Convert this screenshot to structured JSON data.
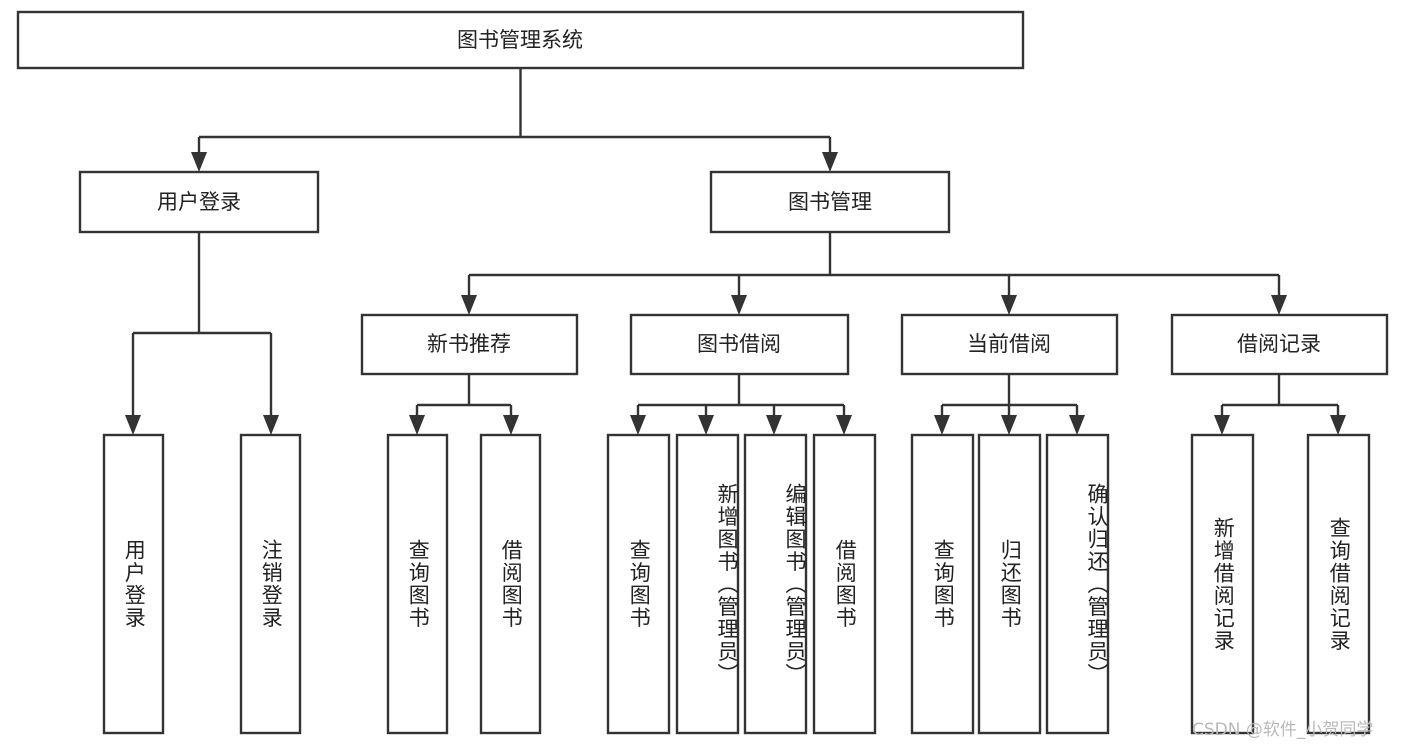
{
  "diagram": {
    "title": "图书管理系统",
    "type": "tree",
    "orientation": "top-down",
    "colors": {
      "box_stroke": "#333333",
      "box_fill": "#ffffff",
      "text": "#222222",
      "background": "#ffffff",
      "watermark": "#b9b9b9"
    },
    "levels": [
      {
        "level": 1,
        "nodes": [
          {
            "id": "root",
            "label": "图书管理系统",
            "orientation": "horizontal"
          }
        ]
      },
      {
        "level": 2,
        "nodes": [
          {
            "id": "login",
            "label": "用户登录",
            "orientation": "horizontal",
            "parent": "root"
          },
          {
            "id": "bookmgmt",
            "label": "图书管理",
            "orientation": "horizontal",
            "parent": "root"
          }
        ]
      },
      {
        "level": 3,
        "nodes": [
          {
            "id": "newbook",
            "label": "新书推荐",
            "orientation": "horizontal",
            "parent": "bookmgmt"
          },
          {
            "id": "borrow",
            "label": "图书借阅",
            "orientation": "horizontal",
            "parent": "bookmgmt"
          },
          {
            "id": "current",
            "label": "当前借阅",
            "orientation": "horizontal",
            "parent": "bookmgmt"
          },
          {
            "id": "records",
            "label": "借阅记录",
            "orientation": "horizontal",
            "parent": "bookmgmt"
          }
        ]
      },
      {
        "level": 4,
        "nodes": [
          {
            "id": "leaf-1",
            "label": "用户登录",
            "orientation": "vertical",
            "parent": "login"
          },
          {
            "id": "leaf-2",
            "label": "注销登录",
            "orientation": "vertical",
            "parent": "login"
          },
          {
            "id": "leaf-3",
            "label": "查询图书",
            "orientation": "vertical",
            "parent": "newbook"
          },
          {
            "id": "leaf-4",
            "label": "借阅图书",
            "orientation": "vertical",
            "parent": "newbook"
          },
          {
            "id": "leaf-5",
            "label": "查询图书",
            "orientation": "vertical",
            "parent": "borrow"
          },
          {
            "id": "leaf-6",
            "label": "新增图书（管理员）",
            "orientation": "vertical",
            "parent": "borrow"
          },
          {
            "id": "leaf-7",
            "label": "编辑图书（管理员）",
            "orientation": "vertical",
            "parent": "borrow"
          },
          {
            "id": "leaf-8",
            "label": "借阅图书",
            "orientation": "vertical",
            "parent": "borrow"
          },
          {
            "id": "leaf-9",
            "label": "查询图书",
            "orientation": "vertical",
            "parent": "current"
          },
          {
            "id": "leaf-10",
            "label": "归还图书",
            "orientation": "vertical",
            "parent": "current"
          },
          {
            "id": "leaf-11",
            "label": "确认归还（管理员）",
            "orientation": "vertical",
            "parent": "current"
          },
          {
            "id": "leaf-12",
            "label": "新增借阅记录",
            "orientation": "vertical",
            "parent": "records"
          },
          {
            "id": "leaf-13",
            "label": "查询借阅记录",
            "orientation": "vertical",
            "parent": "records"
          }
        ]
      }
    ]
  },
  "watermark": {
    "text": "CSDN @软件_小贺同学"
  }
}
